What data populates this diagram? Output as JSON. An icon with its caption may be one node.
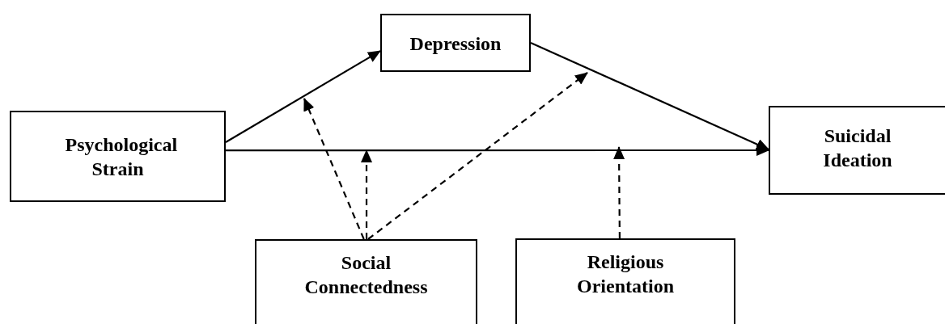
{
  "diagram": {
    "nodes": [
      {
        "text": [
          "Psychological Strain"
        ]
      },
      {
        "text": [
          "Depression"
        ]
      },
      {
        "text": [
          "Suicidal Ideation"
        ]
      },
      {
        "text": [
          "Social Connectedness"
        ]
      },
      {
        "text": [
          "Religious Orientation"
        ]
      }
    ],
    "edges": [
      {
        "from": 0,
        "to": 1,
        "arrow": "to"
      },
      {
        "from": 1,
        "to": 2,
        "arrow": "to"
      },
      {
        "from": 0,
        "to": 2,
        "arrow": "to"
      },
      {
        "from": 3,
        "to": null,
        "arrow": "to",
        "style": "dashed"
      },
      {
        "from": 3,
        "to": null,
        "arrow": "to",
        "style": "dashed"
      },
      {
        "from": 3,
        "to": null,
        "arrow": "to",
        "style": "dashed"
      },
      {
        "from": 4,
        "to": null,
        "arrow": "to",
        "style": "dashed"
      }
    ]
  }
}
